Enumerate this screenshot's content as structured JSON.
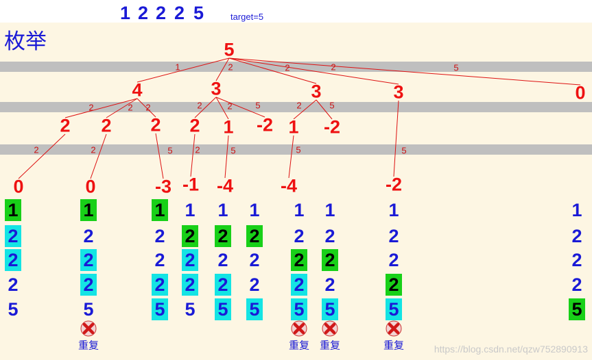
{
  "header": {
    "numbers": [
      "1",
      "2",
      "2",
      "2",
      "5"
    ],
    "target": "target=5",
    "title": "枚举"
  },
  "colors": {
    "background": "#fdf6e3",
    "band": "#bfbfbf",
    "node": "#ee1111",
    "edge": "#dd1111",
    "text_blue": "#1a1ad6",
    "used_green": "#18d018",
    "used_cyan": "#14e4e4"
  },
  "tree": {
    "nodes": [
      {
        "id": "root",
        "value": "5"
      },
      {
        "id": "a",
        "value": "4"
      },
      {
        "id": "b",
        "value": "3"
      },
      {
        "id": "c",
        "value": "3"
      },
      {
        "id": "d",
        "value": "3"
      },
      {
        "id": "e",
        "value": "0"
      },
      {
        "id": "a1",
        "value": "2"
      },
      {
        "id": "a2",
        "value": "2"
      },
      {
        "id": "a3",
        "value": "2"
      },
      {
        "id": "b1",
        "value": "2"
      },
      {
        "id": "b2",
        "value": "1"
      },
      {
        "id": "b3",
        "value": "-2"
      },
      {
        "id": "c1",
        "value": "1"
      },
      {
        "id": "c2",
        "value": "-2"
      },
      {
        "id": "a1x",
        "value": "0"
      },
      {
        "id": "a2x",
        "value": "0"
      },
      {
        "id": "a3x",
        "value": "-3"
      },
      {
        "id": "b1x",
        "value": "-1"
      },
      {
        "id": "b2x",
        "value": "-4"
      },
      {
        "id": "c1x",
        "value": "-4"
      },
      {
        "id": "d1x",
        "value": "-2"
      }
    ],
    "edges": [
      {
        "from": "root",
        "to": "a",
        "label": "1"
      },
      {
        "from": "root",
        "to": "b",
        "label": "2"
      },
      {
        "from": "root",
        "to": "c",
        "label": "2"
      },
      {
        "from": "root",
        "to": "d",
        "label": "2"
      },
      {
        "from": "root",
        "to": "e",
        "label": "5"
      },
      {
        "from": "a",
        "to": "a1",
        "label": "2"
      },
      {
        "from": "a",
        "to": "a2",
        "label": "2"
      },
      {
        "from": "a",
        "to": "a3",
        "label": "2"
      },
      {
        "from": "b",
        "to": "b1",
        "label": "2"
      },
      {
        "from": "b",
        "to": "b2",
        "label": "2"
      },
      {
        "from": "b",
        "to": "b3",
        "label": "5"
      },
      {
        "from": "c",
        "to": "c1",
        "label": "2"
      },
      {
        "from": "c",
        "to": "c2",
        "label": "5"
      },
      {
        "from": "a1",
        "to": "a1x",
        "label": "2"
      },
      {
        "from": "a2",
        "to": "a2x",
        "label": "2"
      },
      {
        "from": "a3",
        "to": "a3x",
        "label": "5"
      },
      {
        "from": "b1",
        "to": "b1x",
        "label": "2"
      },
      {
        "from": "b2",
        "to": "b2x",
        "label": "5"
      },
      {
        "from": "c1",
        "to": "c1x",
        "label": "5"
      },
      {
        "from": "d",
        "to": "d1x",
        "label": "5"
      }
    ]
  },
  "columns": [
    {
      "items": [
        {
          "v": "1",
          "h": "g"
        },
        {
          "v": "2",
          "h": "c"
        },
        {
          "v": "2",
          "h": "c"
        },
        {
          "v": "2",
          "h": ""
        },
        {
          "v": "5",
          "h": ""
        }
      ],
      "dup": false
    },
    {
      "items": [
        {
          "v": "1",
          "h": "g"
        },
        {
          "v": "2",
          "h": ""
        },
        {
          "v": "2",
          "h": "c"
        },
        {
          "v": "2",
          "h": "c"
        },
        {
          "v": "5",
          "h": ""
        }
      ],
      "dup": true
    },
    {
      "items": [
        {
          "v": "1",
          "h": "g"
        },
        {
          "v": "2",
          "h": ""
        },
        {
          "v": "2",
          "h": ""
        },
        {
          "v": "2",
          "h": "c"
        },
        {
          "v": "5",
          "h": "c"
        }
      ],
      "dup": false
    },
    {
      "items": [
        {
          "v": "1",
          "h": ""
        },
        {
          "v": "2",
          "h": "g"
        },
        {
          "v": "2",
          "h": "c"
        },
        {
          "v": "2",
          "h": "c"
        },
        {
          "v": "5",
          "h": ""
        }
      ],
      "dup": false
    },
    {
      "items": [
        {
          "v": "1",
          "h": ""
        },
        {
          "v": "2",
          "h": "g"
        },
        {
          "v": "2",
          "h": ""
        },
        {
          "v": "2",
          "h": "c"
        },
        {
          "v": "5",
          "h": "c"
        }
      ],
      "dup": false
    },
    {
      "items": [
        {
          "v": "1",
          "h": ""
        },
        {
          "v": "2",
          "h": "g"
        },
        {
          "v": "2",
          "h": ""
        },
        {
          "v": "2",
          "h": ""
        },
        {
          "v": "5",
          "h": "c"
        }
      ],
      "dup": false
    },
    {
      "items": [
        {
          "v": "1",
          "h": ""
        },
        {
          "v": "2",
          "h": ""
        },
        {
          "v": "2",
          "h": "g"
        },
        {
          "v": "2",
          "h": "c"
        },
        {
          "v": "5",
          "h": "c"
        }
      ],
      "dup": true
    },
    {
      "items": [
        {
          "v": "1",
          "h": ""
        },
        {
          "v": "2",
          "h": ""
        },
        {
          "v": "2",
          "h": "g"
        },
        {
          "v": "2",
          "h": ""
        },
        {
          "v": "5",
          "h": "c"
        }
      ],
      "dup": true
    },
    {
      "items": [
        {
          "v": "1",
          "h": ""
        },
        {
          "v": "2",
          "h": ""
        },
        {
          "v": "2",
          "h": ""
        },
        {
          "v": "2",
          "h": "g"
        },
        {
          "v": "5",
          "h": "c"
        }
      ],
      "dup": true
    },
    {
      "items": [
        {
          "v": "1",
          "h": ""
        },
        {
          "v": "2",
          "h": ""
        },
        {
          "v": "2",
          "h": ""
        },
        {
          "v": "2",
          "h": ""
        },
        {
          "v": "5",
          "h": "g"
        }
      ],
      "dup": false
    }
  ],
  "dup_label": "重复",
  "icons": {
    "duplicate": "red-x-icon"
  },
  "watermark": "https://blog.csdn.net/qzw752890913"
}
